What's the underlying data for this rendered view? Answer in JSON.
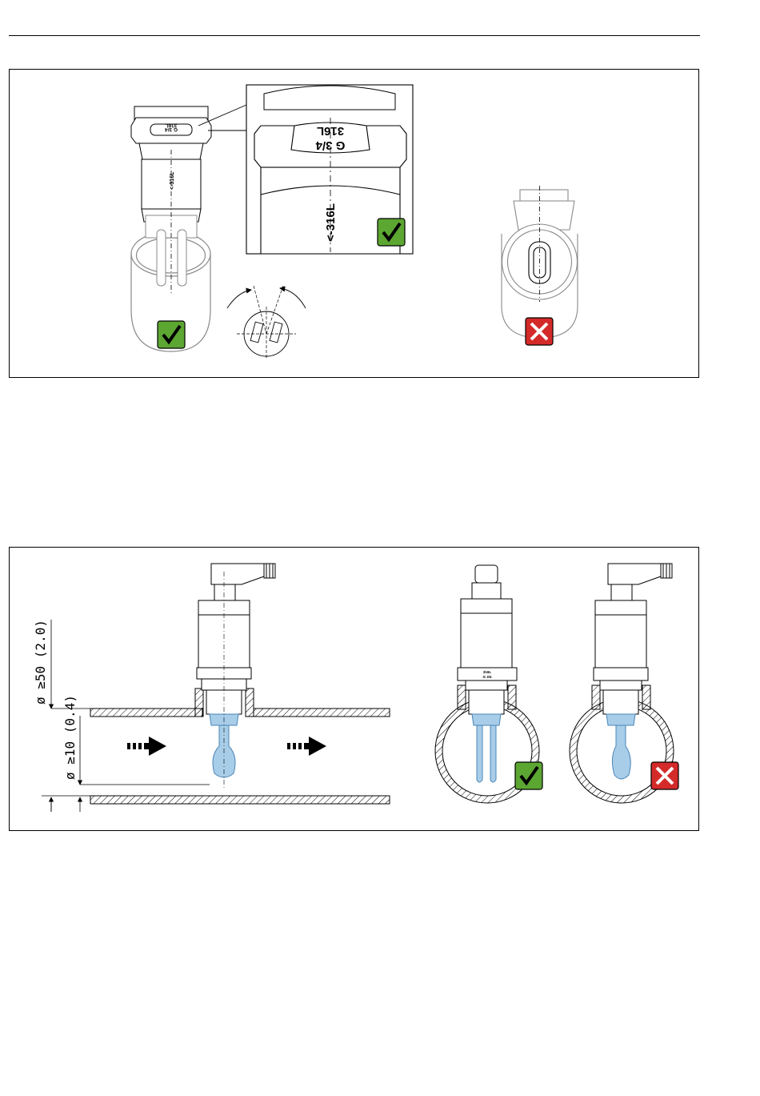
{
  "figure1": {
    "thread_label": "G 3/4",
    "material_label": "316L",
    "fork_mark_label": "<-316L",
    "status_ok": "check-mark",
    "status_bad": "x-mark",
    "colors": {
      "ok": "#5ca632",
      "bad": "#d42a2a",
      "line": "#000000",
      "gray": "#8a8a8a"
    }
  },
  "figure2": {
    "dim_pipe": "ø ≥50 (2.0)",
    "dim_gap": "ø ≥10 (0.4)",
    "small_thread_label": "G 3/4",
    "small_material_label": "316L",
    "flow_icon": "flow-arrow-icon",
    "colors": {
      "fork": "#a8cde8",
      "fork_stroke": "#4a86b8",
      "ok": "#5ca632",
      "bad": "#d42a2a"
    }
  }
}
